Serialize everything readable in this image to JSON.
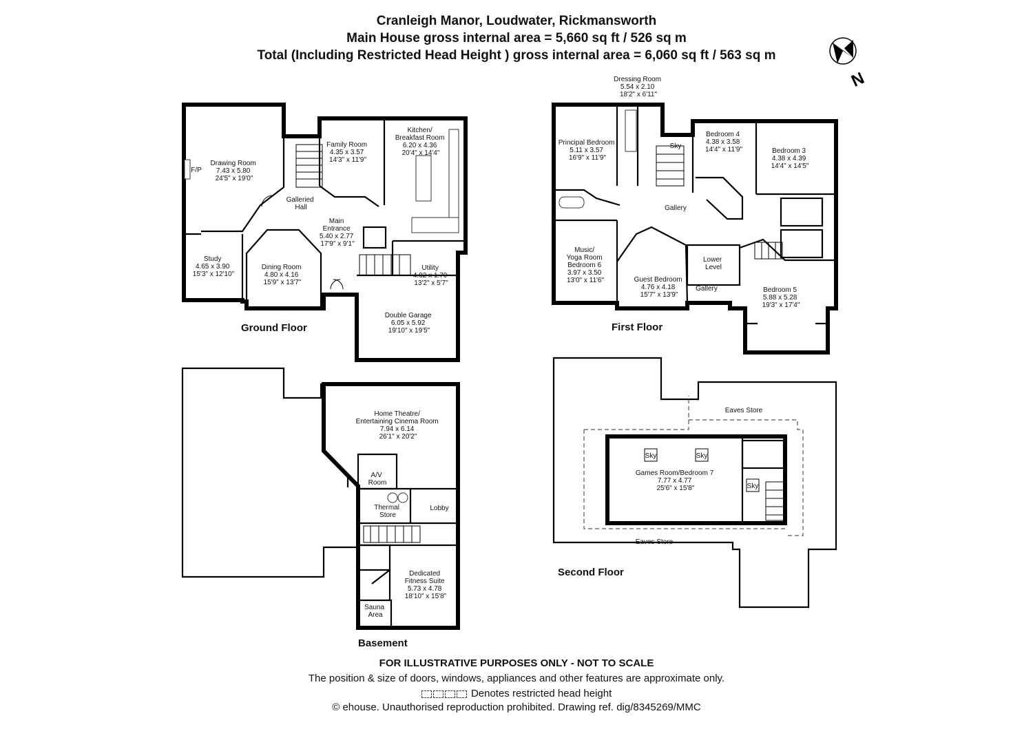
{
  "header": {
    "title": "Cranleigh Manor, Loudwater, Rickmansworth",
    "main_area": "Main House gross internal area = 5,660 sq ft / 526 sq m",
    "total_area": "Total (Including Restricted Head Height ) gross internal area = 6,060 sq ft / 563 sq m"
  },
  "compass": {
    "label": "N"
  },
  "floors": {
    "ground": "Ground Floor",
    "first": "First Floor",
    "basement": "Basement",
    "second": "Second Floor"
  },
  "rooms": {
    "drawing": [
      "Drawing Room",
      "7.43 x 5.80",
      "24'5\" x 19'0\""
    ],
    "fp": "F/P",
    "family": [
      "Family Room",
      "4.35 x 3.57",
      "14'3\" x 11'9\""
    ],
    "kitchen": [
      "Kitchen/",
      "Breakfast Room",
      "6.20 x 4.36",
      "20'4\" x 14'4\""
    ],
    "galleried": [
      "Galleried",
      "Hall"
    ],
    "entrance": [
      "Main",
      "Entrance",
      "5.40 x 2.77",
      "17'9\" x 9'1\""
    ],
    "study": [
      "Study",
      "4.65 x 3.90",
      "15'3\" x 12'10\""
    ],
    "dining": [
      "Dining Room",
      "4.80 x 4.16",
      "15'9\" x 13'7\""
    ],
    "utility": [
      "Utility",
      "4.02 x 1.70",
      "13'2\" x 5'7\""
    ],
    "garage": [
      "Double Garage",
      "6.05 x 5.92",
      "19'10\" x 19'5\""
    ],
    "dressing": [
      "Dressing Room",
      "5.54 x 2.10",
      "18'2\" x 6'11\""
    ],
    "principal": [
      "Principal Bedroom",
      "5.11 x 3.57",
      "16'9\" x 11'9\""
    ],
    "sky": "Sky",
    "bed4": [
      "Bedroom 4",
      "4.38 x 3.58",
      "14'4\" x 11'9\""
    ],
    "bed3": [
      "Bedroom 3",
      "4.38 x 4.39",
      "14'4\" x 14'5\""
    ],
    "gallery": "Gallery",
    "music": [
      "Music/",
      "Yoga Room",
      "Bedroom 6",
      "3.97 x 3.50",
      "13'0\" x 11'6\""
    ],
    "guest": [
      "Guest Bedroom",
      "4.76 x 4.18",
      "15'7\" x 13'9\""
    ],
    "lower": [
      "Lower",
      "Level"
    ],
    "gallery2": "Gallery",
    "bed5": [
      "Bedroom 5",
      "5.88 x 5.28",
      "19'3\" x 17'4\""
    ],
    "theatre": [
      "Home Theatre/",
      "Entertaining Cinema Room",
      "7.94 x 6.14",
      "26'1\" x 20'2\""
    ],
    "av": [
      "A/V",
      "Room"
    ],
    "thermal": [
      "Thermal",
      "Store"
    ],
    "lobby": "Lobby",
    "fitness": [
      "Dedicated",
      "Fitness Suite",
      "5.73 x 4.78",
      "18'10\" x 15'8\""
    ],
    "sauna": [
      "Sauna",
      "Area"
    ],
    "eaves_top": "Eaves Store",
    "eaves_bottom": "Eaves Store",
    "games": [
      "Games Room/Bedroom 7",
      "7.77 x 4.77",
      "25'6\" x 15'8\""
    ]
  },
  "footer": {
    "line1": "FOR ILLUSTRATIVE PURPOSES ONLY - NOT TO SCALE",
    "line2": "The position & size of doors, windows, appliances and other features are approximate only.",
    "line3": "Denotes restricted head height",
    "line4": "© ehouse. Unauthorised reproduction prohibited. Drawing ref. dig/8345269/MMC"
  }
}
